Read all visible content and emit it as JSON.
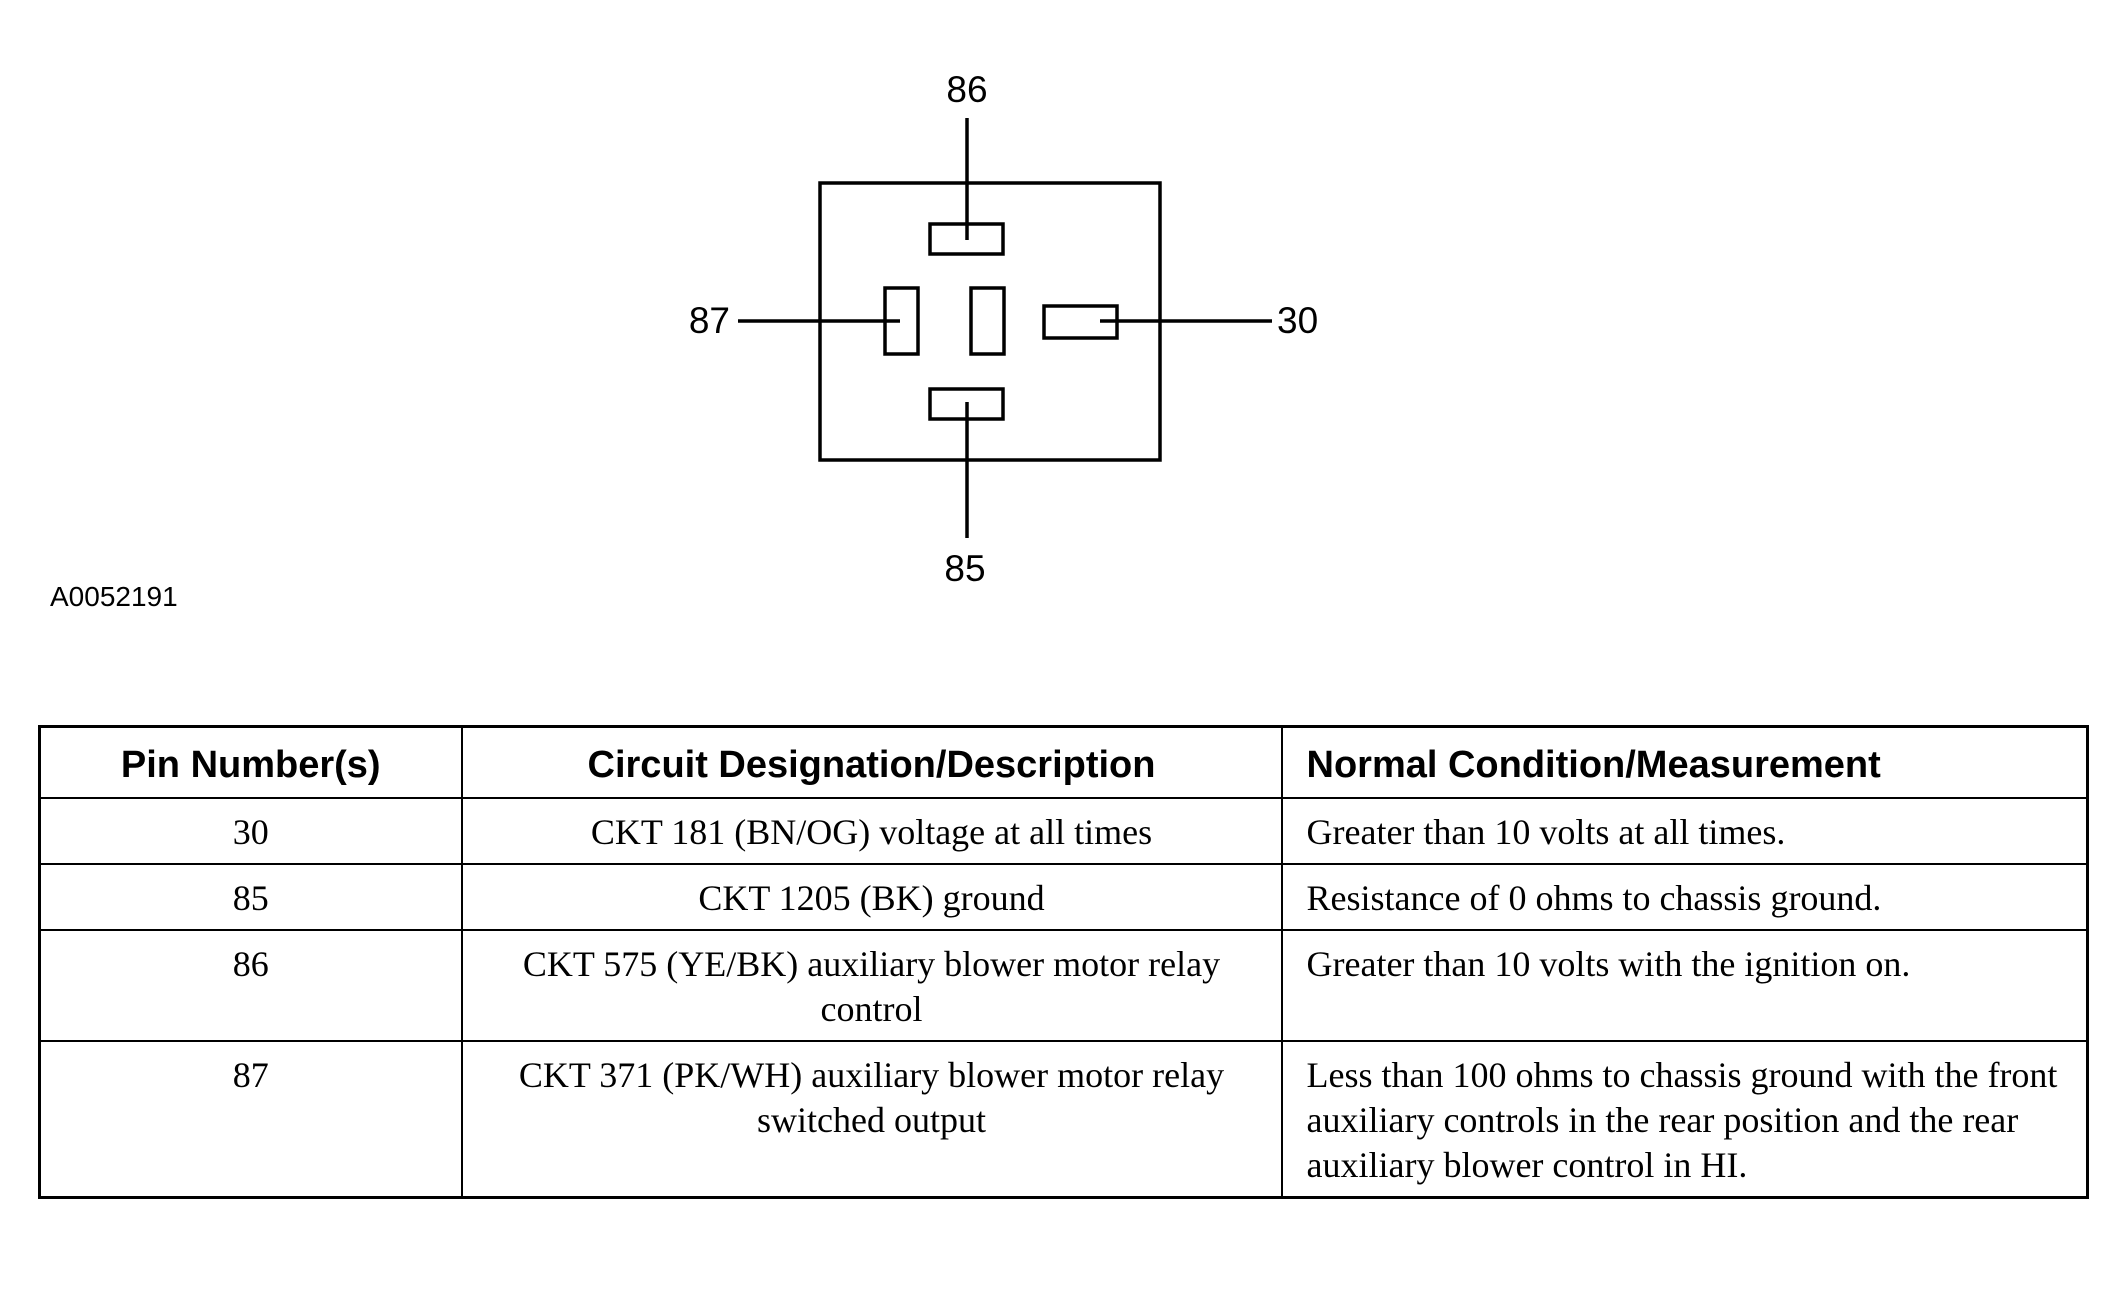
{
  "figure": {
    "id_label": "A0052191",
    "pins": {
      "top": "86",
      "left": "87",
      "right": "30",
      "bottom": "85"
    }
  },
  "table": {
    "headers": [
      "Pin Number(s)",
      "Circuit Designation/Description",
      "Normal Condition/Measurement"
    ],
    "rows": [
      {
        "pin": "30",
        "desc": "CKT 181 (BN/OG) voltage at all times",
        "cond": "Greater than 10 volts at all times."
      },
      {
        "pin": "85",
        "desc": "CKT 1205 (BK) ground",
        "cond": "Resistance of 0 ohms to chassis ground."
      },
      {
        "pin": "86",
        "desc": "CKT 575 (YE/BK) auxiliary blower motor relay control",
        "cond": "Greater than 10 volts with the ignition on."
      },
      {
        "pin": "87",
        "desc": "CKT 371 (PK/WH) auxiliary blower motor relay switched output",
        "cond": "Less than 100 ohms to chassis ground with the front auxiliary controls in the rear position and the rear auxiliary blower control in HI."
      }
    ]
  }
}
